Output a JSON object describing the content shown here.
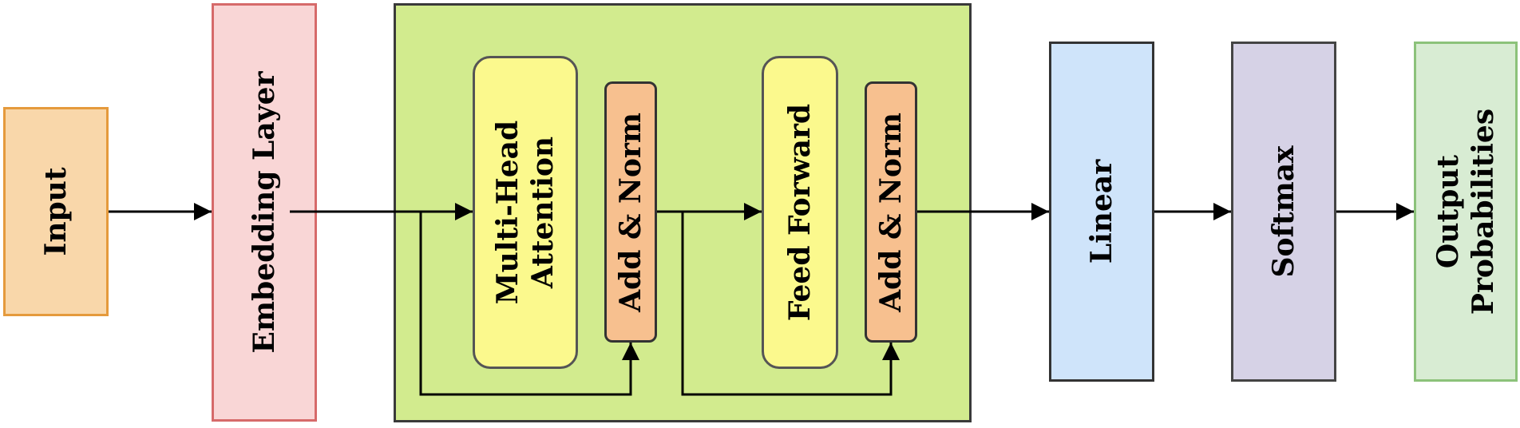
{
  "blocks": {
    "input": "Input",
    "embedding": "Embedding Layer",
    "mha": [
      "Multi-Head",
      "Attention"
    ],
    "add_norm_1": "Add & Norm",
    "feed_forward": "Feed Forward",
    "add_norm_2": "Add & Norm",
    "linear": "Linear",
    "softmax": "Softmax",
    "output": [
      "Output",
      "Probabilities"
    ]
  },
  "colors": {
    "input_fill": "#f9d7aa",
    "embedding_fill": "#f9d6d6",
    "encoder_fill": "#d2eb8e",
    "attention_fill": "#fbf98d",
    "add_norm_fill": "#f7c08f",
    "linear_fill": "#cfe4fa",
    "softmax_fill": "#d6d2e6",
    "output_fill": "#d8ecd3",
    "arrow": "#000000"
  }
}
